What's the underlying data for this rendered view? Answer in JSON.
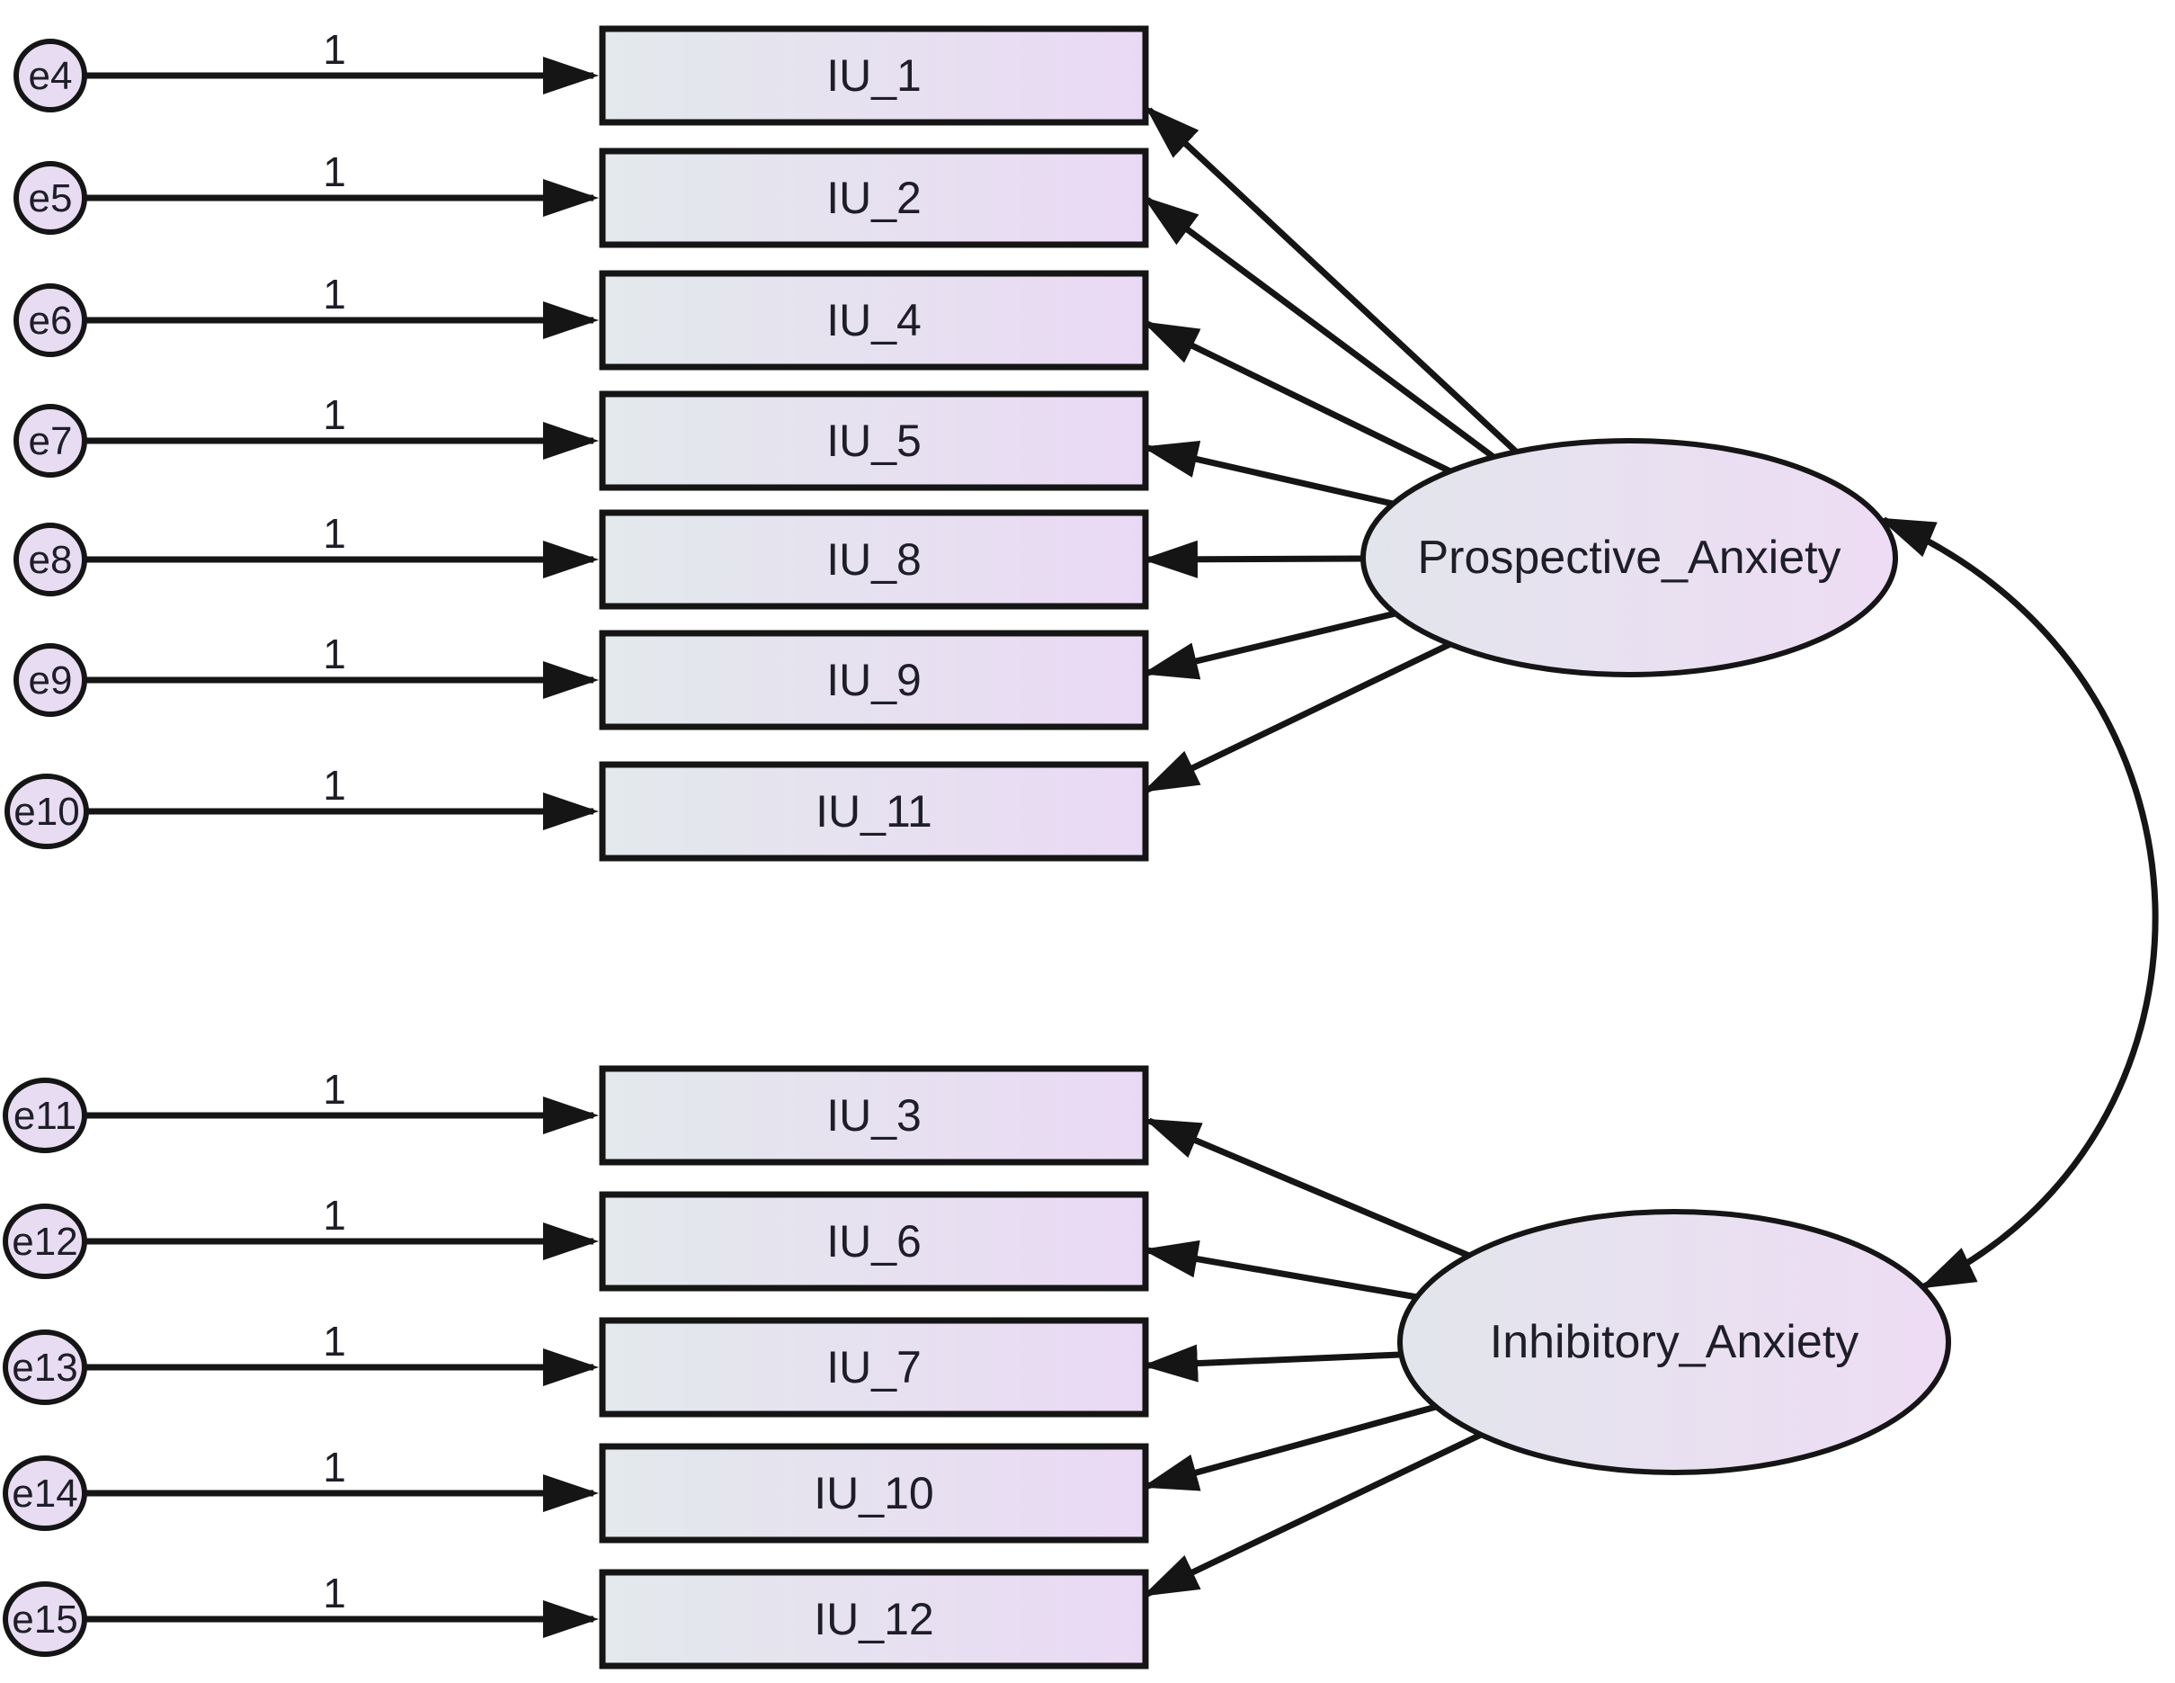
{
  "model": {
    "kind": "SEM path diagram (CFA, two correlated factors)",
    "latents": {
      "prospective": {
        "label": "Prospective_Anxiety"
      },
      "inhibitory": {
        "label": "Inhibitory_Anxiety"
      }
    },
    "covariance": {
      "between": [
        "Prospective_Anxiety",
        "Inhibitory_Anxiety"
      ],
      "style": "double-headed-curve"
    },
    "top_rows": [
      {
        "error": "e4",
        "weight": "1",
        "indicator": "IU_1"
      },
      {
        "error": "e5",
        "weight": "1",
        "indicator": "IU_2"
      },
      {
        "error": "e6",
        "weight": "1",
        "indicator": "IU_4"
      },
      {
        "error": "e7",
        "weight": "1",
        "indicator": "IU_5"
      },
      {
        "error": "e8",
        "weight": "1",
        "indicator": "IU_8"
      },
      {
        "error": "e9",
        "weight": "1",
        "indicator": "IU_9"
      },
      {
        "error": "e10",
        "weight": "1",
        "indicator": "IU_11"
      }
    ],
    "bottom_rows": [
      {
        "error": "e11",
        "weight": "1",
        "indicator": "IU_3"
      },
      {
        "error": "e12",
        "weight": "1",
        "indicator": "IU_6"
      },
      {
        "error": "e13",
        "weight": "1",
        "indicator": "IU_7"
      },
      {
        "error": "e14",
        "weight": "1",
        "indicator": "IU_10"
      },
      {
        "error": "e15",
        "weight": "1",
        "indicator": "IU_12"
      }
    ],
    "colors": {
      "background": "#ffffff",
      "stroke": "#151515",
      "text": "#1e1e28",
      "box_gradient_left": "#e3e9ec",
      "box_gradient_right": "#ead9f4",
      "ellipse_gradient_left": "#e2e5ec",
      "ellipse_gradient_right": "#eedcf4",
      "error_fill": "#e8dcf2"
    }
  }
}
